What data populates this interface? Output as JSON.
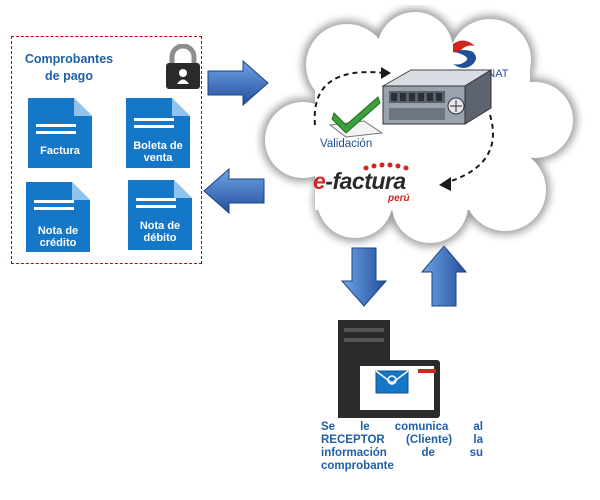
{
  "panel": {
    "title": "Comprobantes de pago",
    "documents": [
      {
        "label": "Factura"
      },
      {
        "label": "Boleta de venta"
      },
      {
        "label": "Nota de crédito"
      },
      {
        "label": "Nota de débito"
      }
    ]
  },
  "cloud": {
    "sunat_label": "SUNAT",
    "validation_label": "Validación",
    "efactura_e": "e",
    "efactura_rest": "-factura",
    "efactura_sub": "perú"
  },
  "receiver": {
    "caption": "Se le comunica al RECEPTOR (Cliente) la información de su comprobante"
  },
  "colors": {
    "doc_blue": "#1577c7",
    "arrow_blue": "#2f6dc4",
    "brand_red": "#d0261d",
    "text_blue": "#1f5fa8"
  },
  "icons": [
    "lock-icon",
    "document-icon",
    "server-icon",
    "checkmark-icon",
    "computer-icon",
    "email-icon"
  ]
}
